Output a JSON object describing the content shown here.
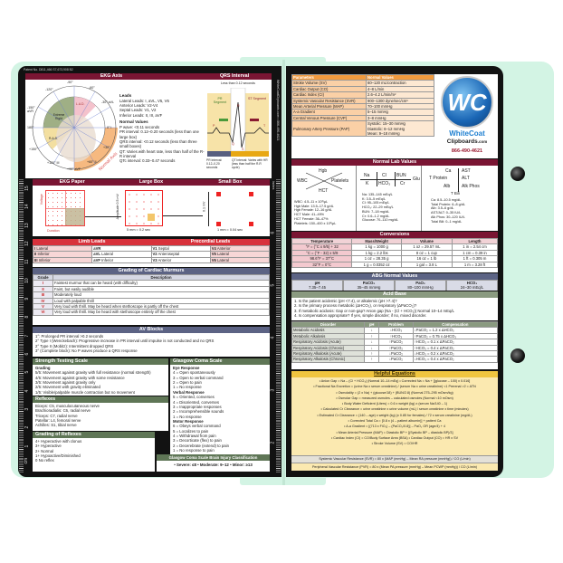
{
  "left": {
    "patent": "Patent No. D811,466 S7,673,908 B2",
    "side_text": "WhiteCoatClipboards.com • 866-490-4621",
    "ekg_axis": {
      "title": "EKG Axis",
      "axis_labels": [
        "-90°",
        "-60°",
        "-30° aVL",
        "0° I",
        "+30°",
        "+60° II",
        "+90° aVF",
        "+120° III",
        "+150°",
        "180°",
        "-150° aVR",
        "-120°"
      ],
      "quadrants": [
        "Extreme Right",
        "L.A.D.",
        "R.A.D."
      ],
      "normal_axis": "Normal Axis",
      "leads_title": "Leads",
      "leads": [
        "Lateral Leads: I, aVL, V5, V6",
        "Anterior Leads: V2-V4",
        "Septal Leads: V1, V2",
        "Inferior Leads: II, III, aVF"
      ],
      "normal_title": "Normal Values",
      "normal": [
        "P wave: <0.11 seconds",
        "PR interval: 0.12–0.20 seconds (less than one large box)",
        "QRS interval: <0.12 seconds (less than three small boxes)",
        "QT: Varies with heart rate, less than half of the R-R interval",
        "QTc interval: 0.33–0.47 seconds"
      ]
    },
    "qrs": {
      "title": "QRS Interval",
      "top": "Less than 0.12 seconds",
      "pr_seg": "PR Segment",
      "st_seg": "ST Segment",
      "p": "P",
      "q": "Q",
      "r": "R",
      "s": "S",
      "t": "T",
      "pr_note": "PR Interval: 0.12–0.20 seconds",
      "qt_note": "QT Interval: Varies with HR (less than half the R-R cycle)"
    },
    "paper": {
      "ekg_title": "EKG Paper",
      "large_title": "Large Box",
      "small_title": "Small Box",
      "voltage": "Voltage",
      "duration": "Duration",
      "amplitude": "Amplitude 0.5 mV",
      "large_caption": "5 mm = 0.2 sec",
      "small_amp": "0.1 mV",
      "small_caption": "1 mm = 0.04 sec"
    },
    "leads": {
      "limb_title": "Limb Leads",
      "precordial_title": "Precordial Leads",
      "rows": [
        [
          "I",
          "Lateral",
          "aVR",
          "",
          "V1",
          "Septal",
          "V4",
          "Anterior"
        ],
        [
          "II",
          "Inferior",
          "aVL",
          "Lateral",
          "V2",
          "Anteroseptal",
          "V5",
          "Lateral"
        ],
        [
          "III",
          "Inferior",
          "aVF",
          "Inferior",
          "V3",
          "Anterior",
          "V6",
          "Lateral"
        ]
      ]
    },
    "murmurs": {
      "title": "Grading of Cardiac Murmurs",
      "col_grade": "Grade",
      "col_desc": "Description",
      "rows": [
        [
          "I",
          "Faintest murmur that can be heard (with difficulty)"
        ],
        [
          "II",
          "Faint, but easily audible"
        ],
        [
          "III",
          "Moderately loud"
        ],
        [
          "IV",
          "Loud with palpable thrill"
        ],
        [
          "V",
          "Very loud with thrill. May be heard when stethoscope is partly off the chest"
        ],
        [
          "VI",
          "Very loud with thrill. May be heard with stethoscope entirely off the chest"
        ]
      ]
    },
    "av": {
      "title": "AV Blocks",
      "items": [
        "1°: Prolonged PR interval >0.2 seconds",
        "2° Type I (Wenckebach): Progressive increase in PR interval until impulse is not conducted and no QRS",
        "2° Type II (Mobitz): Intermittent dropped QRS",
        "3° (Complete block): No P waves produce a QRS response"
      ]
    },
    "strength": {
      "title": "Strength Testing Scale",
      "sub": "Grading",
      "items": [
        "5/5: Movement against gravity with full resistance (normal strength)",
        "4/5: Movement against gravity with some resistance",
        "3/5: Movement against gravity only",
        "2/5: Movement with gravity eliminated",
        "1/5: Visible/palpable muscle contraction but no movement",
        "0/5: No contraction"
      ]
    },
    "reflexes": {
      "title": "Reflexes",
      "items": [
        "Biceps: C5, musculocutaneous nerve",
        "Brachioradialis: C6, radial nerve",
        "Triceps: C7, radial nerve",
        "Patellar: L4, femoral nerve",
        "Achilles: S1, tibial nerve"
      ]
    },
    "grading_reflexes": {
      "title": "Grading of Reflexes",
      "items": [
        "4+ Hyperactive with clonus",
        "3+ Hyperactive",
        "2+ Normal",
        "1+ Hypoactive/Diminished",
        "0 No reflex"
      ]
    },
    "glasgow": {
      "title": "Glasgow Coma Scale",
      "eye_title": "Eye Response",
      "eye": [
        "4 = Open spontaneously",
        "3 = Open to verbal command",
        "2 = Open to pain",
        "1 = No response"
      ],
      "verbal_title": "Verbal Response",
      "verbal": [
        "5 = Oriented, converses",
        "4 = Disoriented, converses",
        "3 = Inappropriate responses",
        "2 = Incomprehensible sounds",
        "1 = No response"
      ],
      "motor_title": "Motor Response",
      "motor": [
        "6 = Obeys verbal command",
        "5 = Localizes to pain",
        "4 = Withdrawal from pain",
        "3 = Decorticate (flex) to pain",
        "2 = Decerebrate (extend) to pain",
        "1 = No response to pain"
      ]
    },
    "brain_injury": {
      "title": "Glasgow Coma Scale Brain Injury Classification",
      "text": "• Severe: ≤8  • Moderate: 9–12  • Minor: ≥13"
    },
    "ruler_cm": [
      "15",
      "14",
      "13",
      "12",
      "11",
      "10",
      "9",
      "8",
      "7",
      "6",
      "5",
      "4",
      "3",
      "2",
      "1"
    ],
    "cm_label": "cm",
    "ruler_in": [
      "6",
      "5",
      "4",
      "3",
      "2"
    ],
    "in_label": "Inches"
  },
  "right": {
    "params": {
      "col1": "Parameters",
      "col2": "Normal Values",
      "rows": [
        [
          "Stroke Volume (SV)",
          "60–120 mL/contraction"
        ],
        [
          "Cardiac Output (CO)",
          "4–8 L/min"
        ],
        [
          "Cardiac Index (CI)",
          "2.6–4.2 L/min/m²"
        ],
        [
          "Systemic Vascular Resistance (SVR)",
          "900–1300 dyne/sec/cm⁵"
        ],
        [
          "Mean Arterial Pressure (MAP)",
          "70–100 mmHg"
        ],
        [
          "A-a Gradient",
          "5–15 mmHg"
        ],
        [
          "Central Venous Pressure (CVP)",
          "3–8 mmHg"
        ],
        [
          "Pulmonary Artery Pressure (PAP)",
          "Systolic: 15–30 mmHg\nDiastolic: 6–12 mmHg\nMean: 9–18 mmHg"
        ]
      ]
    },
    "logo": {
      "mark": "WC",
      "name1": "WhiteCoat",
      "name2": "Clipboards",
      "suffix": ".com",
      "phone": "866-490-4621"
    },
    "labs": {
      "title": "Normal Lab Values",
      "cbc": {
        "hgb": "Hgb",
        "wbc": "WBC",
        "plt": "Platelets",
        "hct": "HCT",
        "values": [
          "WBC: 4.5–11 x 10³/µL",
          "Hgb Male: 13.5–17.5 g/dL",
          "Hgb Female: 12–16 g/dL",
          "HCT Male: 41–49%",
          "HCT Female: 36–47%",
          "Platelets: 150–400 x 10³/µL"
        ]
      },
      "bmp": {
        "na": "Na",
        "cl": "Cl",
        "bun": "BUN",
        "k": "K",
        "hco3": "HCO₃",
        "cr": "Cr",
        "glu": "Glu",
        "values": [
          "Na: 135–145 mEq/L",
          "K: 3.5–5 mEq/L",
          "Cl: 95–105 mEq/L",
          "HCO₃: 22–29 mEq/L",
          "BUN: 7–18 mg/dL",
          "Cr: 0.6–1.2 mg/dL",
          "Glucose: 70–110 mg/dL"
        ]
      },
      "lft": {
        "ca": "Ca",
        "ast": "AST",
        "tp": "T Protein",
        "alt": "ALT",
        "alb": "Alb",
        "alp": "Alk Phos",
        "tbili": "T Bili",
        "values": [
          "Ca: 8.5–10.5 mg/dL",
          "Total Protein: 6–8 g/dL",
          "Alb: 3.5–6 g/dL",
          "AST/ALT: 0–35 IU/L",
          "Alk Phos: 30–120 IU/L",
          "Total Bili: 0–1 mg/dL"
        ]
      }
    },
    "conversions": {
      "title": "Conversions",
      "headers": [
        "Temperature",
        "Mass/Weight",
        "Volume",
        "Length"
      ],
      "rows": [
        [
          "°F = (°C x 9/5) + 32",
          "1 kg = 1000 g",
          "1 oz = 29.57 mL",
          "1 in = 2.54 cm"
        ],
        [
          "°C = (°F - 32) x 5/9",
          "1 kg = 2.2 lbs",
          "8 oz = 1 cup",
          "1 cm = 0.39 in"
        ],
        [
          "98.6°F = 37°C",
          "1 oz = 28.35 g",
          "16 oz = 1 lb",
          "1 ft = 0.305 m"
        ],
        [
          "32°F = 0°C",
          "1 g = 0.0352 oz",
          "1 gal = 3.8 L",
          "1 m = 3.28 ft"
        ]
      ]
    },
    "abg": {
      "title": "ABG Normal Values",
      "items": [
        [
          "pH",
          "7.35–7.45"
        ],
        [
          "PaCO₂",
          "35–45 mmHg"
        ],
        [
          "PaO₂",
          "80–100 mmHg"
        ],
        [
          "HCO₃",
          "24–30 mEq/L"
        ]
      ]
    },
    "acid_base": {
      "title": "Acid Base",
      "items": [
        "1. Is the patient acidemic (pH <7.4), or alkalemic (pH >7.4)?",
        "2. Is the primary process metabolic (ΔHCO₃), or respiratory (ΔPaCO₂)?",
        "3. If metabolic acidosis: Gap or non-gap? Anion gap (Na - (Cl + HCO₃)) Normal 10–14 mEq/L",
        "4. Is compensation appropriate? If yes, simple disorder; if no, mixed disorder."
      ]
    },
    "disorders": {
      "headers": [
        "Disorder",
        "pH",
        "Problem",
        "Compensation"
      ],
      "rows": [
        [
          "Metabolic Acidosis",
          "↓",
          "↓HCO₃",
          "↓PaCO₂ = 1.2 x ΔHCO₃"
        ],
        [
          "Metabolic Alkalosis",
          "↑",
          "↑HCO₃",
          "↑PaCO₂ = 0.75 x ΔHCO₃"
        ],
        [
          "Respiratory Acidosis (Acute)",
          "↓",
          "↑PaCO₂",
          "↑HCO₃ = 0.1 x ΔPaCO₂"
        ],
        [
          "Respiratory Acidosis (Chronic)",
          "↓",
          "↑PaCO₂",
          "↑HCO₃ = 0.4 x ΔPaCO₂"
        ],
        [
          "Respiratory Alkalosis (Acute)",
          "↑",
          "↓PaCO₂",
          "↓HCO₃ = 0.2 x ΔPaCO₂"
        ],
        [
          "Respiratory Alkalosis (Chronic)",
          "↑",
          "↓PaCO₂",
          "↓HCO₃ = 0.4 x ΔPaCO₂"
        ]
      ]
    },
    "equations": {
      "title": "Helpful Equations",
      "lines": [
        "• Anion Gap = Na – (Cl + HCO₃) (Normal 10–14 mEq)  • Corrected Na = Na + [(glucose – 100) x 0.016]",
        "• Fractional Na Excretion = (urine Na x serum creatinine) / (serum Na x urine creatinine)   <1 Prerenal  >2 = ATN",
        "• Osmolality = (2 x Na) + (glucose/18) + (BUN/2.8) (Normal 275–295 mOsm/kg)",
        "• Osmolar Gap = measured osmoles – calculated osmoles (Normal <10 mOsm)",
        "• Body Water Deficient (Liters) = 0.6 x weight (kg) x (serum Na/140 – 1)",
        "• Calculated Cr Clearance = urine creatinine x urine volume (mL) / serum creatinine x time (minutes)",
        "• Estimated Cr Clearance = (140 – age) x weight (kg) (x 0.85 for females) / 72 x serum creatinine (mg/dL)",
        "• Corrected Total Ca = [0.8 x (4 – patient albumin)] + patient Ca",
        "• A-a Gradient = [(713 x FiO₂) – (PaCO₂/0.8)] – PaO₂ OR (age/4) + 4",
        "• Mean Arterial Pressure (MAP) = Diastolic BP + [(Systolic BP – diastolic BP)/3]",
        "• Cardiac Index (CI) = CO/Body Surface Area (BSA)  • Cardiac Output (CO) = HR x SV",
        "• Stroke Volume (SV) = CO/HR"
      ],
      "svr": "Systemic Vascular Resistance (SVR) = 80 x (MAP (mmHg) – Mean RA pressure (mmHg)) / CO (L/min)",
      "pvr": "Peripheral Vascular Resistance (PVR) = 80 x (Mean PA pressure (mmHg) – Mean PCWP (mmHg)) / CO (L/min)"
    }
  },
  "colors": {
    "maroon": "#7a1533",
    "red": "#d8323c",
    "slate": "#5c6384",
    "green": "#5f7656",
    "orange": "#f19a3e",
    "gold": "#f0c540",
    "clipboard": "#d3f4e4"
  }
}
